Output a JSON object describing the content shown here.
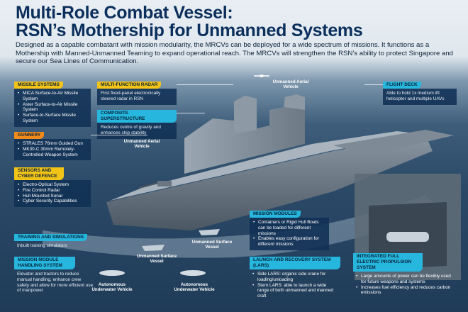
{
  "title": {
    "line1": "Multi-Role Combat Vessel:",
    "line2": "RSN’s Mothership for Unmanned Systems"
  },
  "intro": "Designed as a capable combatant with mission modularity, the MRCVs can be deployed for a wide spectrum of missions. It functions as a Mothership with Manned-Unmanned Teaming to expand operational reach. The MRCVs will strengthen the RSN’s ability to protect Singapore and secure our Sea Lines of Communication.",
  "sections": {
    "missile": {
      "header": "MISSILE SYSTEMS",
      "items": [
        "MICA Surface-to-Air Missile System",
        "Aster Surface-to-Air Missile System",
        "Surface-to-Surface Missile System"
      ]
    },
    "gunnery": {
      "header": "GUNNERY",
      "items": [
        "STRALES 76mm Guided Gun",
        "MK30-C 30mm Remotely-Controlled Weapon System"
      ]
    },
    "sensors": {
      "header": "SENSORS AND CYBER DEFENCE",
      "items": [
        "Electro-Optical System",
        "Fire Control Radar",
        "Hull Mounted Sonar",
        "Cyber Security Capabilities"
      ]
    },
    "radar": {
      "header": "MULTI-FUNCTION RADAR",
      "text": "First fixed-panel electronically steered radar in RSN"
    },
    "superstructure": {
      "header": "COMPOSITE SUPERSTRUCTURE",
      "text": "Reduces centre of gravity and enhances ship stability"
    },
    "flight": {
      "header": "FLIGHT DECK",
      "text": "Able to hold 1x medium lift helicopter and multiple UAVs"
    },
    "training": {
      "header": "TRAINING AND SIMULATIONS",
      "text": "Inbuilt training simulators"
    },
    "handling": {
      "header": "MISSION MODULE HANDLING SYSTEM",
      "text": "Elevator and tractors to reduce manual handling, enhance crew safety and allow for more efficient use of manpower"
    },
    "modules": {
      "header": "MISSION MODULES",
      "items": [
        "Containers or Rigid Hull Boats can be loaded for different missions",
        "Enables easy configuration for different missions"
      ]
    },
    "lars": {
      "header": "LAUNCH AND RECOVERY SYSTEM (LARS)",
      "items": [
        "Side LARS: organic side crane for loading/unloading",
        "Stern LARS: able to launch a wide range of both unmanned and manned craft"
      ]
    },
    "propulsion": {
      "header": "INTEGRATED FULL ELECTRIC PROPULSION SYSTEM",
      "items": [
        "Large amounts of power can be flexibly used for future weapons and systems",
        "Increases fuel efficiency and reduces carbon emissions"
      ]
    }
  },
  "vehicles": {
    "uav_top": "Unmanned Aerial Vehicle",
    "uav_left": "Unmanned Aerial Vehicle",
    "usv_1": "Unmanned Surface Vessel",
    "usv_2": "Unmanned Surface Vessel",
    "auv_1": "Autonomous Underwater Vehicle",
    "auv_2": "Autonomous Underwater Vehicle"
  },
  "colors": {
    "title": "#0b2f5c",
    "yellow": "#f2c418",
    "orange": "#f08a1a",
    "cyan": "#27b6dd",
    "panel": "#103054"
  }
}
